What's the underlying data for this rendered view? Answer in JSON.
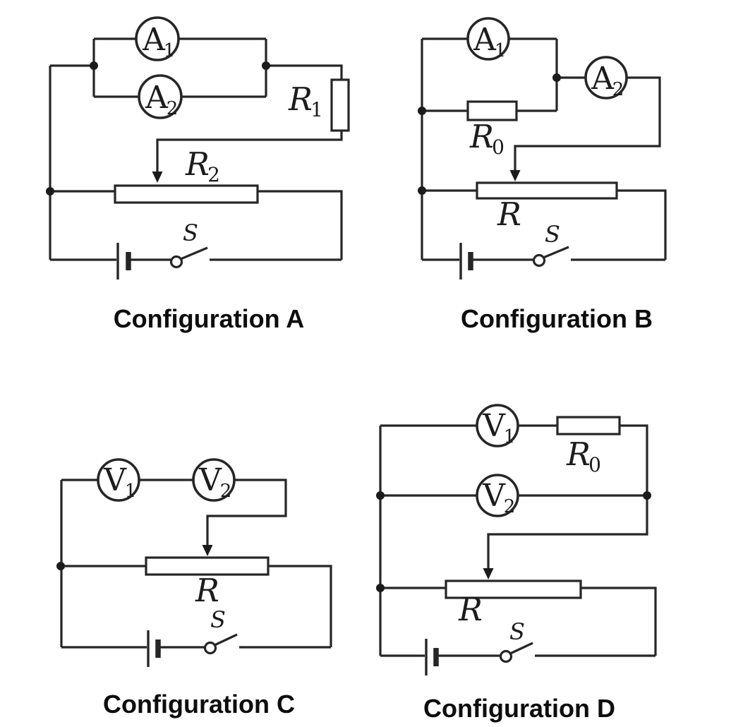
{
  "page": {
    "background_color": "#ffffff",
    "line_color": "#262626"
  },
  "configs": {
    "a": {
      "caption": "Configuration A",
      "labels": {
        "a1_main": "A",
        "a1_sub": "1",
        "a2_main": "A",
        "a2_sub": "2",
        "r1_main": "R",
        "r1_sub": "1",
        "r2_main": "R",
        "r2_sub": "2",
        "s": "S"
      }
    },
    "b": {
      "caption": "Configuration B",
      "labels": {
        "a1_main": "A",
        "a1_sub": "1",
        "a2_main": "A",
        "a2_sub": "2",
        "r0_main": "R",
        "r0_sub": "0",
        "r": "R",
        "s": "S"
      }
    },
    "c": {
      "caption": "Configuration C",
      "labels": {
        "v1_main": "V",
        "v1_sub": "1",
        "v2_main": "V",
        "v2_sub": "2",
        "r": "R",
        "s": "S"
      }
    },
    "d": {
      "caption": "Configuration D",
      "labels": {
        "v1_main": "V",
        "v1_sub": "1",
        "v2_main": "V",
        "v2_sub": "2",
        "r0_main": "R",
        "r0_sub": "0",
        "r": "R",
        "s": "S"
      }
    }
  }
}
